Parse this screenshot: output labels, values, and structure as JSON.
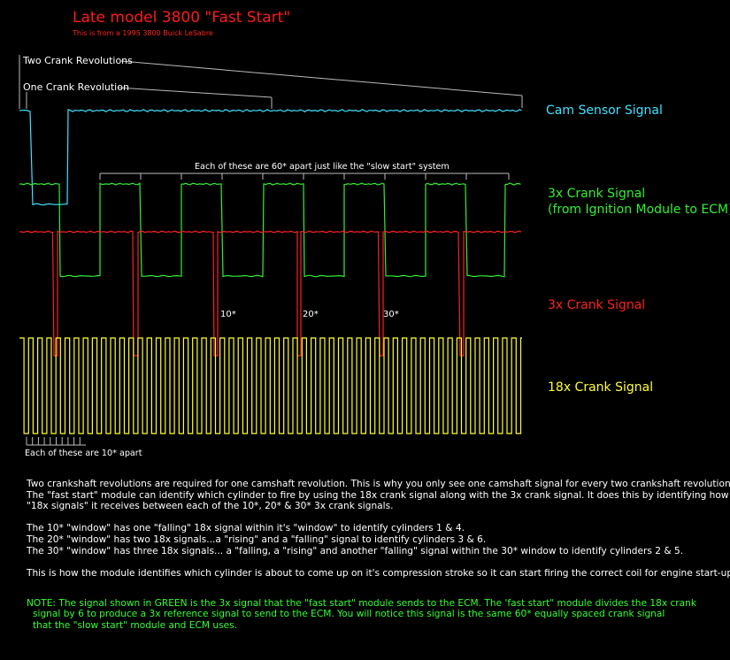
{
  "title": "Late model 3800 \"Fast Start\"",
  "subtitle": "This is from a 1995 3800 Buick LeSabre",
  "labels": {
    "two_rev": "Two Crank Revolutions",
    "one_rev": "One Crank Revolution",
    "sixty_apart": "Each of these are 60* apart just like the \"slow start\" system",
    "ten_apart": "Each of these are 10* apart"
  },
  "signals": {
    "cam": "Cam Sensor Signal",
    "crank3x_green_1": "3x Crank Signal",
    "crank3x_green_2": "(from Ignition Module to ECM)",
    "crank3x_red": "3x Crank Signal",
    "crank18x": "18x Crank Signal"
  },
  "windows": [
    "10*",
    "20*",
    "30*"
  ],
  "colors": {
    "cam": "#40e0ff",
    "green": "#33ee33",
    "red": "#ff2020",
    "yellow": "#ffff33",
    "guide": "#bbbbbb"
  },
  "explanation": [
    [
      "Two crankshaft revolutions are required for one camshaft revolution. This is why you only see one camshaft signal for every two crankshaft revolutions.",
      "The \"fast start\" module can identify which cylinder to fire by using the 18x crank signal along with the 3x crank signal. It does this by identifying how many",
      "\"18x signals\" it receives between each of the 10*, 20* & 30* 3x crank signals."
    ],
    [
      "The 10* \"window\" has one \"falling\" 18x signal within it's \"window\" to identify cylinders 1 & 4.",
      "The 20* \"window\" has two 18x signals...a \"rising\" and a \"falling\" signal to identify cylinders 3 & 6.",
      "The 30* \"window\" has three 18x signals... a \"falling, a \"rising\" and another \"falling\" signal within the 30* window to identify cylinders 2 & 5."
    ],
    [
      "This is how the module identifies which cylinder is about to come up on it's compression stroke so it can start firing the correct coil for engine start-up."
    ]
  ],
  "note": [
    "NOTE: The signal shown in GREEN is the 3x signal that the \"fast start\" module sends to the ECM. The 'fast start\" module divides the 18x crank",
    "signal by 6 to produce a 3x reference signal to send to the ECM. You will notice this signal is the same 60* equally spaced crank signal",
    "that the \"slow start\" module and ECM uses."
  ]
}
